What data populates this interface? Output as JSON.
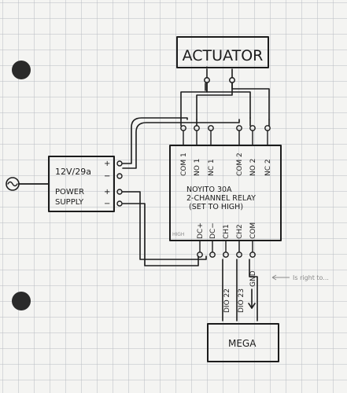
{
  "actuator": {
    "label": "ACTUATOR",
    "plus": "+",
    "minus": "−"
  },
  "power_supply": {
    "rating": "12V/29a",
    "line1": "POWER",
    "line2": "SUPPLY",
    "terminals": [
      "+",
      "−",
      "+",
      "−"
    ]
  },
  "relay": {
    "top_pins": [
      "COM 1",
      "NO 1",
      "NC 1",
      "COM 2",
      "NO 2",
      "NC 2"
    ],
    "name": "NOYITO 30A",
    "type": "2-CHANNEL RELAY",
    "note": "(SET TO HIGH)",
    "corner": "HIGH",
    "bottom_pins": [
      "DC+",
      "DC−",
      "CH1",
      "CH2",
      "COM"
    ],
    "bottom_pin_ids": [
      "dc-plus",
      "dc-minus",
      "ch1",
      "ch2",
      "com"
    ]
  },
  "mega": {
    "label": "MEGA",
    "pins": [
      "DIO 22",
      "DIO 23",
      "GND"
    ]
  },
  "annotation": "Is right to..."
}
